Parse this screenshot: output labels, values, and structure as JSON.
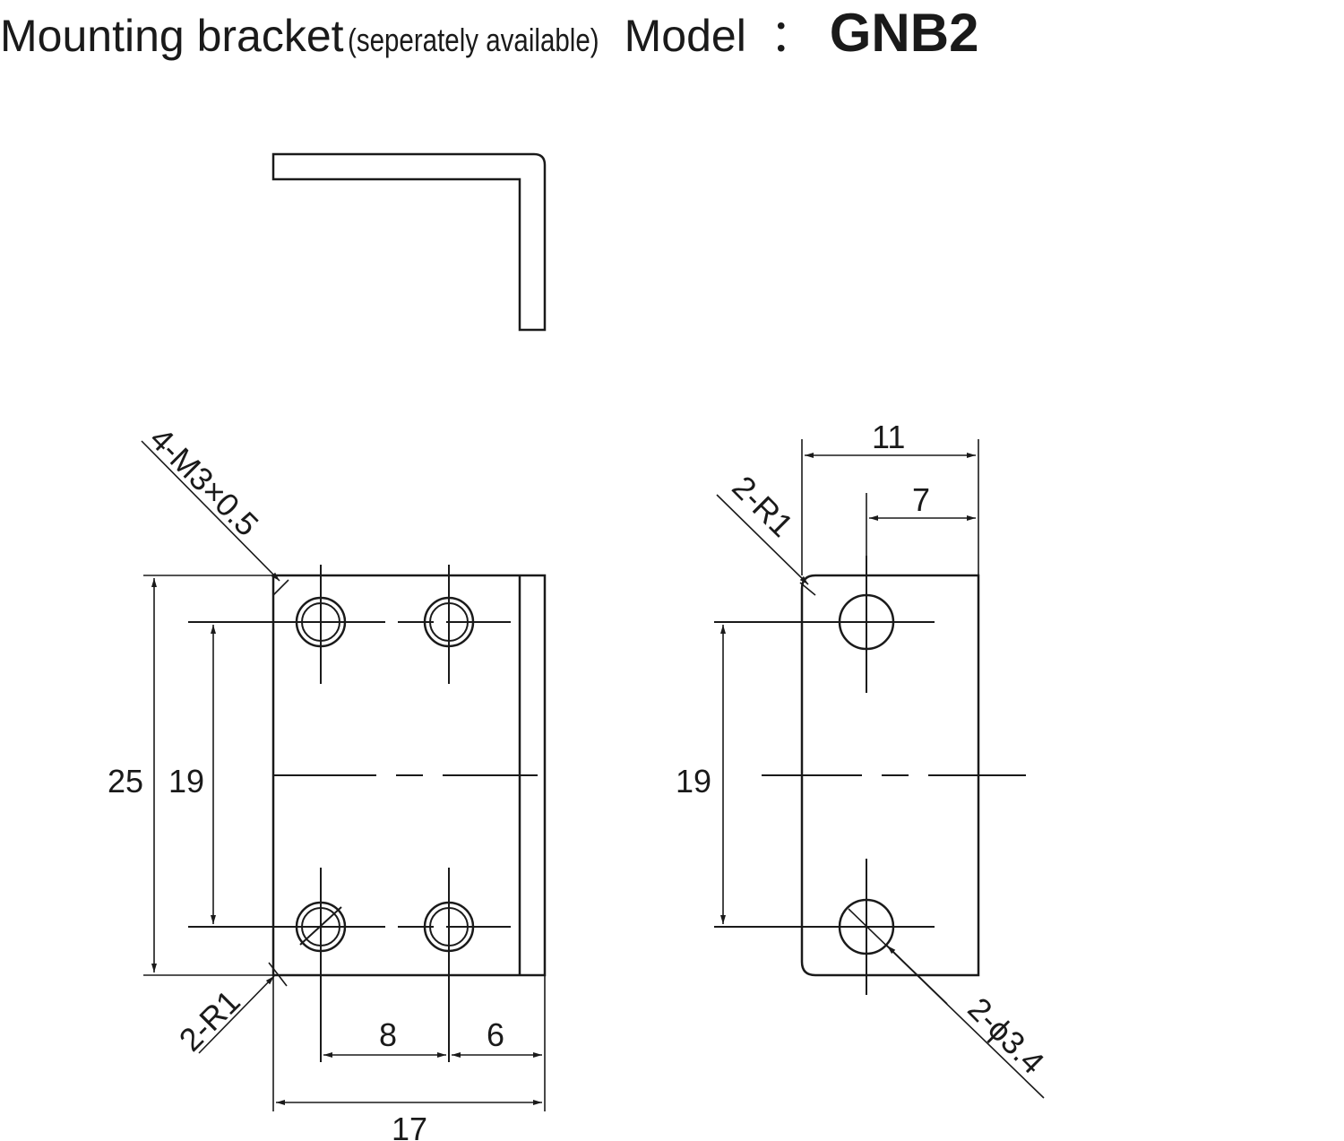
{
  "header": {
    "title": "Mounting bracket",
    "subtitle": "(seperately available)",
    "model_label": "Model",
    "separator": "：",
    "model_code": "GNB2"
  },
  "front_view": {
    "thread_callout": "4-M3×0.5",
    "radius_callout": "2-R1",
    "dim_height": "25",
    "dim_hole_pitch_v": "19",
    "dim_hole_pitch_h": "8",
    "dim_edge": "6",
    "dim_width": "17"
  },
  "side_view": {
    "dim_width": "11",
    "dim_hole_offset": "7",
    "radius_callout": "2-R1",
    "dim_hole_pitch_v": "19",
    "hole_callout": "2-ϕ3.4"
  },
  "colors": {
    "line": "#1a1a1a",
    "background": "#ffffff"
  }
}
